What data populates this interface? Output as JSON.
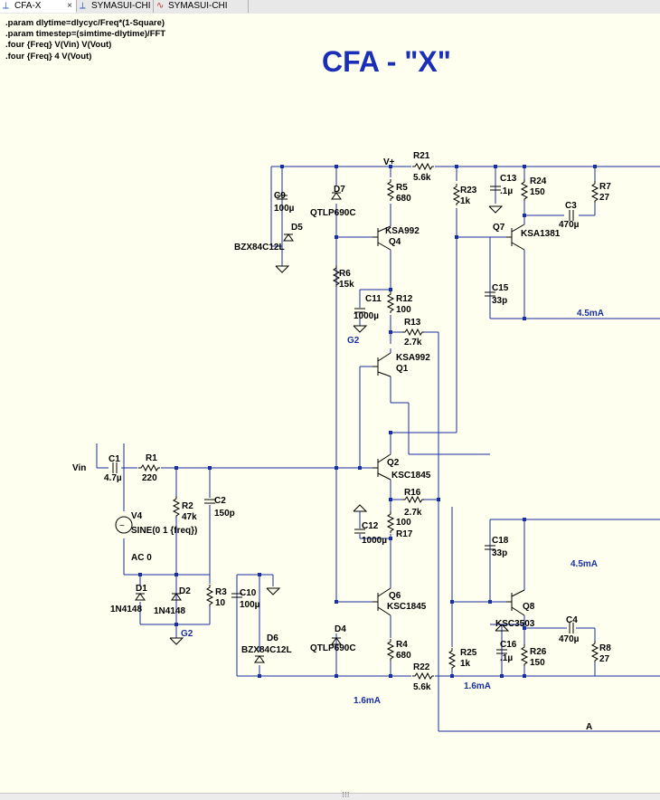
{
  "tabs": [
    {
      "label": "CFA-X",
      "icon": "schematic-icon",
      "active": true,
      "closable": true
    },
    {
      "label": "SYMASUI-CHI",
      "icon": "schematic-icon",
      "active": false,
      "closable": false
    },
    {
      "label": "SYMASUI-CHI",
      "icon": "waveform-icon",
      "active": false,
      "closable": false
    }
  ],
  "spice": [
    ".param dlytime=dlycyc/Freq*(1-Square)",
    ".param timestep=(simtime-dlytime)/FFT",
    ".four {Freq}  V(Vin) V(Vout)",
    ".four {Freq} 4 V(Vout)"
  ],
  "title": "CFA - \"X\"",
  "nets": {
    "vplus": "V+",
    "vin": "Vin",
    "g2_top": "G2",
    "g2_bottom": "G2",
    "a": "A"
  },
  "currents": {
    "i1": "4.5mA",
    "i2": "4.5mA",
    "i3": "1.6mA",
    "i4": "1.6mA"
  },
  "components": {
    "R21": {
      "ref": "R21",
      "value": "5.6k"
    },
    "R22": {
      "ref": "R22",
      "value": "5.6k"
    },
    "R5": {
      "ref": "R5",
      "value": "680"
    },
    "R4": {
      "ref": "R4",
      "value": "680"
    },
    "R23": {
      "ref": "R23",
      "value": "1k"
    },
    "R25": {
      "ref": "R25",
      "value": "1k"
    },
    "R24": {
      "ref": "R24",
      "value": "150"
    },
    "R26": {
      "ref": "R26",
      "value": "150"
    },
    "R7": {
      "ref": "R7",
      "value": "27"
    },
    "R8": {
      "ref": "R8",
      "value": "27"
    },
    "R6": {
      "ref": "R6",
      "value": "15k"
    },
    "R12": {
      "ref": "R12",
      "value": "100"
    },
    "R13": {
      "ref": "R13",
      "value": "2.7k"
    },
    "R16": {
      "ref": "R16",
      "value": "2.7k"
    },
    "R17": {
      "ref": "R17",
      "value": "100"
    },
    "R1": {
      "ref": "R1",
      "value": "220"
    },
    "R2": {
      "ref": "R2",
      "value": "47k"
    },
    "R3": {
      "ref": "R3",
      "value": "10"
    },
    "C9": {
      "ref": "C9",
      "value": "100µ"
    },
    "C10": {
      "ref": "C10",
      "value": "100µ"
    },
    "C11": {
      "ref": "C11",
      "value": "1000µ"
    },
    "C12": {
      "ref": "C12",
      "value": "1000µ"
    },
    "C13": {
      "ref": "C13",
      "value": ".1µ"
    },
    "C16": {
      "ref": "C16",
      "value": ".1µ"
    },
    "C3": {
      "ref": "C3",
      "value": "470µ"
    },
    "C4": {
      "ref": "C4",
      "value": "470µ"
    },
    "C15": {
      "ref": "C15",
      "value": "33p"
    },
    "C18": {
      "ref": "C18",
      "value": "33p"
    },
    "C1": {
      "ref": "C1",
      "value": "4.7µ"
    },
    "C2": {
      "ref": "C2",
      "value": "150p"
    },
    "D7": {
      "ref": "D7",
      "value": "QTLP690C"
    },
    "D4": {
      "ref": "D4",
      "value": "QTLP690C"
    },
    "D5": {
      "ref": "D5",
      "value": "BZX84C12L"
    },
    "D6": {
      "ref": "D6",
      "value": "BZX84C12L"
    },
    "D1": {
      "ref": "D1",
      "value": "1N4148"
    },
    "D2": {
      "ref": "D2",
      "value": "1N4148"
    },
    "Q4": {
      "ref": "Q4",
      "value": "KSA992"
    },
    "Q1": {
      "ref": "Q1",
      "value": "KSA992"
    },
    "Q2": {
      "ref": "Q2",
      "value": "KSC1845"
    },
    "Q6": {
      "ref": "Q6",
      "value": "KSC1845"
    },
    "Q7": {
      "ref": "Q7",
      "value": "KSA1381"
    },
    "Q8": {
      "ref": "Q8",
      "value": "KSC3503"
    },
    "V4": {
      "ref": "V4",
      "value": "SINE(0 1 {freq})",
      "extra": "AC 0"
    }
  },
  "colors": {
    "wire": "#1a2fa0",
    "title": "#1a2fb8",
    "background": "#fffff0"
  }
}
